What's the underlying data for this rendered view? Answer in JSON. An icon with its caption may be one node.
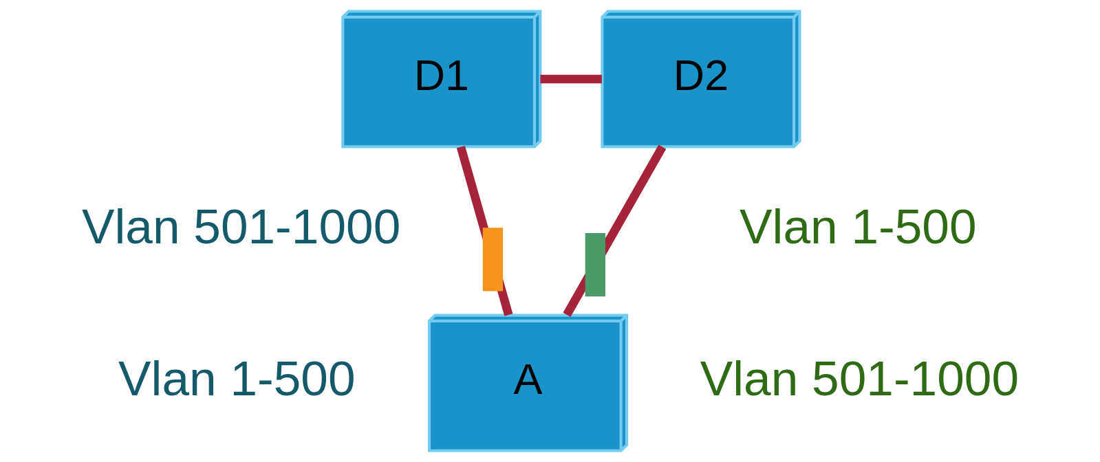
{
  "diagram": {
    "nodes": [
      {
        "text": [
          "D1"
        ]
      },
      {
        "text": [
          "D2"
        ]
      },
      {
        "text": [
          "A"
        ]
      }
    ],
    "edges": [
      {
        "from": 0,
        "to": 1,
        "arrow": "none"
      },
      {
        "from": 0,
        "to": 2,
        "arrow": "none"
      },
      {
        "from": 1,
        "to": 2,
        "arrow": "none"
      }
    ],
    "labels": [
      "Vlan 501-1000",
      "Vlan 1-500",
      "Vlan 1-500",
      "Vlan 501-1000"
    ]
  }
}
